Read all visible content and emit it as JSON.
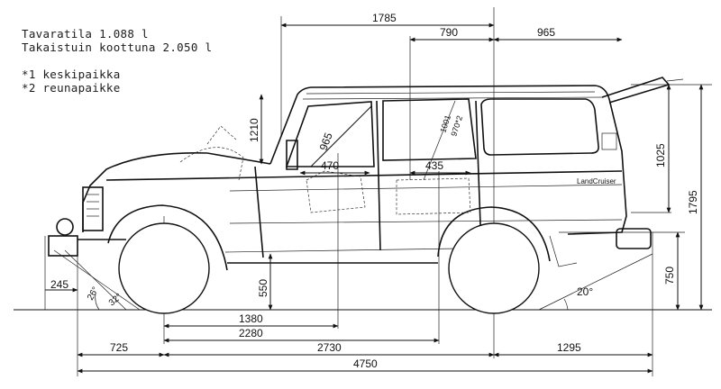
{
  "notes": {
    "capacity": "Tavaratila 1.088 l",
    "capacity_folded": "Takaistuin koottuna 2.050 l",
    "footnote_1": "*1 keskipaikka",
    "footnote_2": "*2 reunapaikke"
  },
  "dimensions": {
    "top_span": "1785",
    "mid_span": "790",
    "rear_span": "965",
    "interior_height": "1210",
    "front_seat_diag": "965",
    "front_legroom": "470",
    "rear_legroom": "435",
    "rear_diag_1": "1001",
    "rear_diag_2": "970*2",
    "tailgate_height": "1025",
    "overall_height": "1795",
    "rear_floor_height": "750",
    "ground_clearance": "550",
    "front_ground": "245",
    "approach_angle_1": "26°",
    "approach_angle_2": "32°",
    "departure_angle": "20°",
    "front_to_rear_seat": "1380",
    "front_to_cargo": "2280",
    "front_overhang": "725",
    "wheelbase": "2730",
    "rear_overhang": "1295",
    "overall_length": "4750"
  },
  "colors": {
    "ink": "#111111",
    "paper": "#ffffff"
  }
}
